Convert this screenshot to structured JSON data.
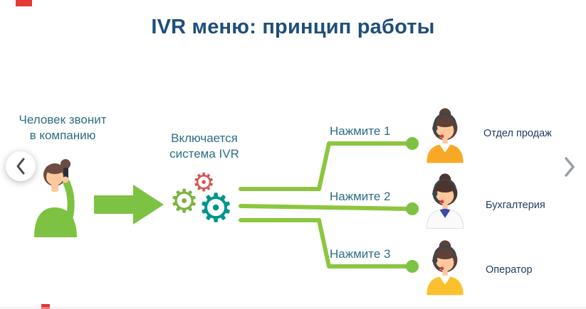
{
  "title": "IVR меню: принцип работы",
  "diagram": {
    "caller": {
      "line1": "Человек звонит",
      "line2": "в компанию"
    },
    "ivr": {
      "line1": "Включается",
      "line2": "система IVR"
    },
    "branches": [
      {
        "press": "Нажмите 1",
        "dept": "Отдел продаж"
      },
      {
        "press": "Нажмите 2",
        "dept": "Бухгалтерия"
      },
      {
        "press": "Нажмите 3",
        "dept": "Оператор"
      }
    ]
  },
  "icons": {
    "gear": "⚙",
    "chevron_left": "‹",
    "chevron_right": "›"
  },
  "avatars": [
    {
      "hair": "#5D4037",
      "shirt": "#F9A825",
      "collar": "#FFFFFF"
    },
    {
      "hair": "#4E342E",
      "shirt": "#FAFAFA",
      "collar": "#3949AB"
    },
    {
      "hair": "#5D4037",
      "shirt": "#FBC02D",
      "collar": "#FFFFFF"
    }
  ],
  "caller_figure": {
    "hair": "#6D4C41",
    "shirt": "#7DC242",
    "phone": "#263238",
    "skin": "#FDC89E"
  },
  "colors": {
    "title": "#1F4E79",
    "label": "#2C6E86",
    "dept_label": "#1F3A5F",
    "line_green": "#8CC63F",
    "dot_green": "#7DC242",
    "arrow_green": "#7DC242",
    "gear_red": "#D9534F",
    "gear_green": "#7CB342",
    "gear_teal": "#00958D",
    "accent_red": "#E53935"
  }
}
